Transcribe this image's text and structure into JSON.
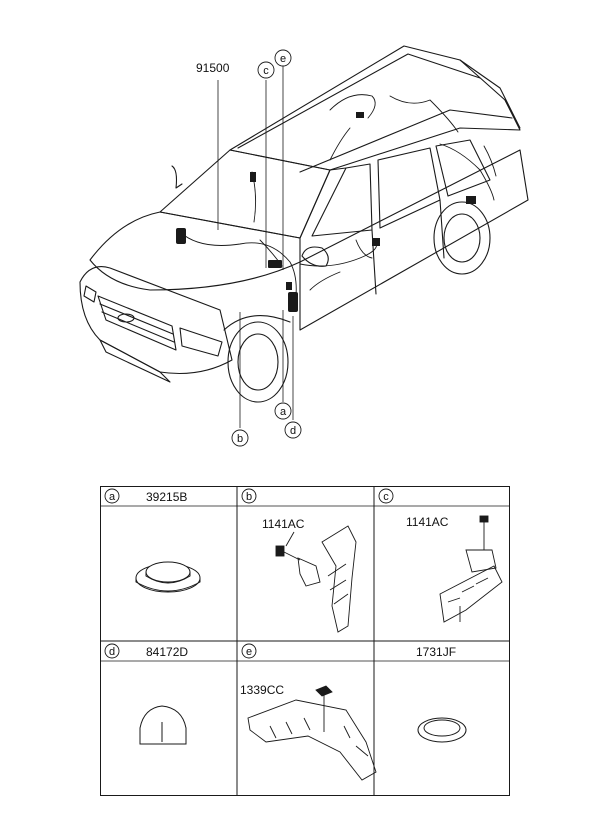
{
  "main_callout": {
    "part_number": "91500"
  },
  "callout_letters": [
    "a",
    "b",
    "c",
    "d",
    "e"
  ],
  "table": {
    "cells": [
      {
        "letter": "a",
        "header_part": "39215B",
        "inner_part": ""
      },
      {
        "letter": "b",
        "header_part": "",
        "inner_part": "1141AC"
      },
      {
        "letter": "c",
        "header_part": "",
        "inner_part": "1141AC"
      },
      {
        "letter": "d",
        "header_part": "84172D",
        "inner_part": ""
      },
      {
        "letter": "e",
        "header_part": "",
        "inner_part": "1339CC"
      },
      {
        "letter": "",
        "header_part": "1731JF",
        "inner_part": ""
      }
    ]
  },
  "colors": {
    "line": "#1a1a1a",
    "background": "#ffffff"
  }
}
